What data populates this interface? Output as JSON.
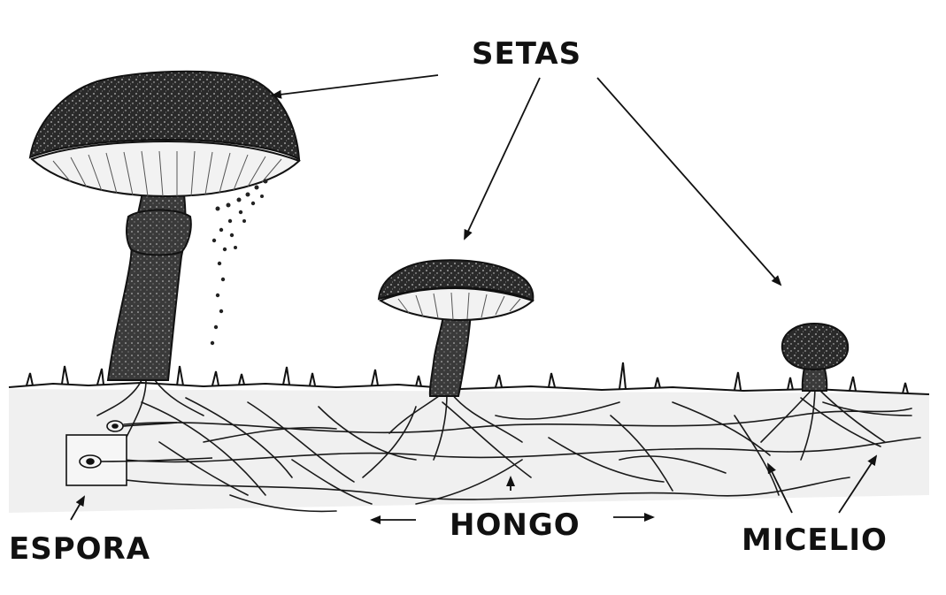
{
  "diagram": {
    "labels": {
      "setas": "SETAS",
      "hongo": "HONGO",
      "micelio": "MICELIO",
      "espora": "ESPORA"
    },
    "colors": {
      "ink": "#111111",
      "cap": "#2a2a2a",
      "stem": "#3a3a3a",
      "gills": "#f2f2f2",
      "soil": "#f0f0f0",
      "background": "#ffffff"
    }
  }
}
